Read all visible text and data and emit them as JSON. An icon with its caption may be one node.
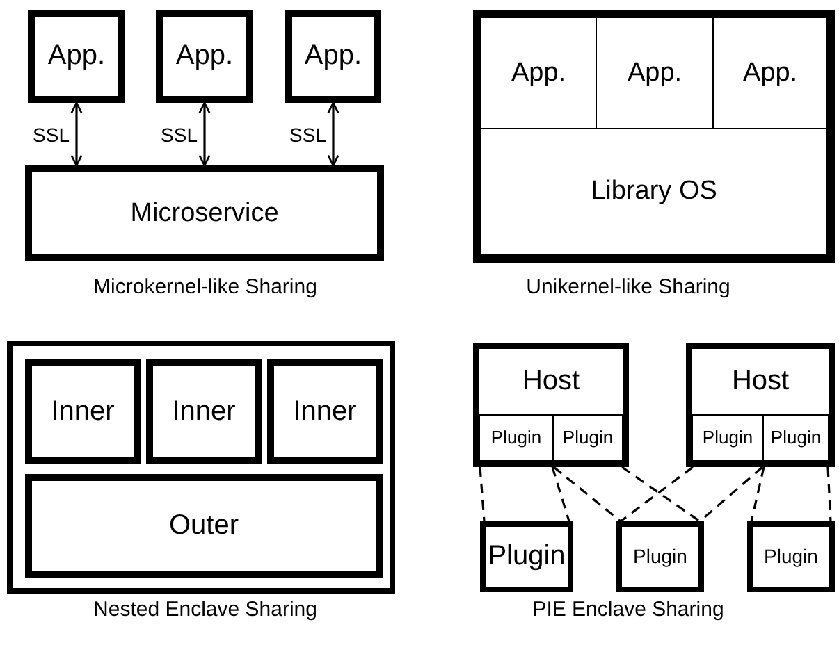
{
  "diagram": {
    "nodes": [
      {
        "text": [
          "App."
        ]
      },
      {
        "text": [
          "App."
        ]
      },
      {
        "text": [
          "App."
        ]
      },
      {
        "text": [
          "Microservice"
        ]
      },
      {
        "text": [],
        "shape": "box"
      },
      {
        "text": [
          "App."
        ],
        "in": 4
      },
      {
        "text": [
          "App."
        ],
        "in": 4
      },
      {
        "text": [
          "App."
        ],
        "in": 4
      },
      {
        "text": [
          "Library OS"
        ],
        "in": 4
      },
      {
        "text": [],
        "shape": "box"
      },
      {
        "text": [
          "Inner"
        ],
        "in": 9
      },
      {
        "text": [
          "Inner"
        ],
        "in": 9
      },
      {
        "text": [
          "Inner"
        ],
        "in": 9
      },
      {
        "text": [
          "Outer"
        ],
        "in": 9
      },
      {
        "text": [
          "Host"
        ]
      },
      {
        "text": [
          "Plugin"
        ],
        "in": 14
      },
      {
        "text": [
          "Plugin"
        ],
        "in": 14
      },
      {
        "text": [
          "Host"
        ]
      },
      {
        "text": [
          "Plugin"
        ],
        "in": 17
      },
      {
        "text": [
          "Plugin"
        ],
        "in": 17
      },
      {
        "text": [
          "Plugin"
        ]
      },
      {
        "text": [
          "Plugin"
        ]
      },
      {
        "text": [
          "Plugin"
        ]
      }
    ],
    "edges": [
      {
        "from": 0,
        "to": 3,
        "arrow": "both",
        "label": "SSL"
      },
      {
        "from": 1,
        "to": 3,
        "arrow": "both",
        "label": "SSL"
      },
      {
        "from": 2,
        "to": 3,
        "arrow": "both",
        "label": "SSL"
      },
      {
        "from": 15,
        "to": 20,
        "arrow": "none",
        "style": "dashed"
      },
      {
        "from": 15,
        "to": 20,
        "arrow": "none",
        "style": "dashed"
      },
      {
        "from": 16,
        "to": 21,
        "arrow": "none",
        "style": "dashed"
      },
      {
        "from": 16,
        "to": 21,
        "arrow": "none",
        "style": "dashed"
      },
      {
        "from": 18,
        "to": 21,
        "arrow": "none",
        "style": "dashed"
      },
      {
        "from": 18,
        "to": 21,
        "arrow": "none",
        "style": "dashed"
      },
      {
        "from": 19,
        "to": 22,
        "arrow": "none",
        "style": "dashed"
      },
      {
        "from": 19,
        "to": 22,
        "arrow": "none",
        "style": "dashed"
      }
    ],
    "labels": [
      "Microkernel-like Sharing",
      "Unikernel-like Sharing",
      "Nested Enclave Sharing",
      "PIE Enclave Sharing"
    ]
  }
}
